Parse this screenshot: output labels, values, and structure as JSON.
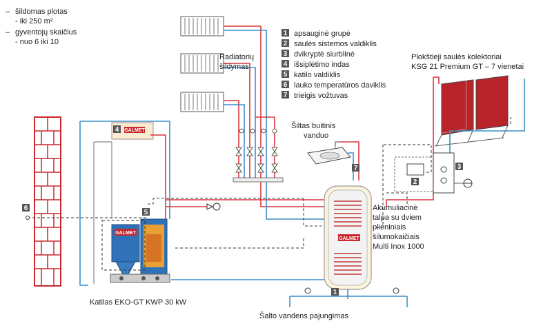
{
  "top_notes": {
    "line1": "šildomas plotas",
    "line2": "- iki 250 m²",
    "line3": "gyventojų skaičius",
    "line4": "- nuo 6 iki 10"
  },
  "radiator_label": [
    "Radiatorių",
    "šildymas"
  ],
  "legend": [
    {
      "num": "1",
      "text": "apsauginė grupė"
    },
    {
      "num": "2",
      "text": "saulės sistemos valdiklis"
    },
    {
      "num": "3",
      "text": "dvikryptė siurblinė"
    },
    {
      "num": "4",
      "text": "išsiplėtimo indas"
    },
    {
      "num": "5",
      "text": "katilo valdiklis"
    },
    {
      "num": "6",
      "text": "lauko temperatūros daviklis"
    },
    {
      "num": "7",
      "text": "trieigis vožtuvas"
    }
  ],
  "collector_label": [
    "Plokštieji saulės kolektoriai",
    "KSG 21 Premium GT – 7 vienetai"
  ],
  "hot_water_label": [
    "Šiltas buitinis",
    "vanduo"
  ],
  "tank_label": [
    "Akumuliacinė",
    "talpa su dviem",
    "plieniniais",
    "šilumokaičiais",
    "Multi Inox 1000"
  ],
  "boiler_label": "Katilas EKO-GT KWP 30 kW",
  "cold_water_label": "Šalto vandens pajungimas",
  "brand": "GALMET",
  "markers": {
    "n1": "1",
    "n2": "2",
    "n3": "3",
    "n4": "4",
    "n5": "5",
    "n6": "6",
    "n7": "7"
  },
  "colors": {
    "hot": "#d9363e",
    "cold": "#3a8fc8",
    "brick": "#c8282e",
    "boiler": "#2f72b8",
    "panel": "#b8242a"
  }
}
